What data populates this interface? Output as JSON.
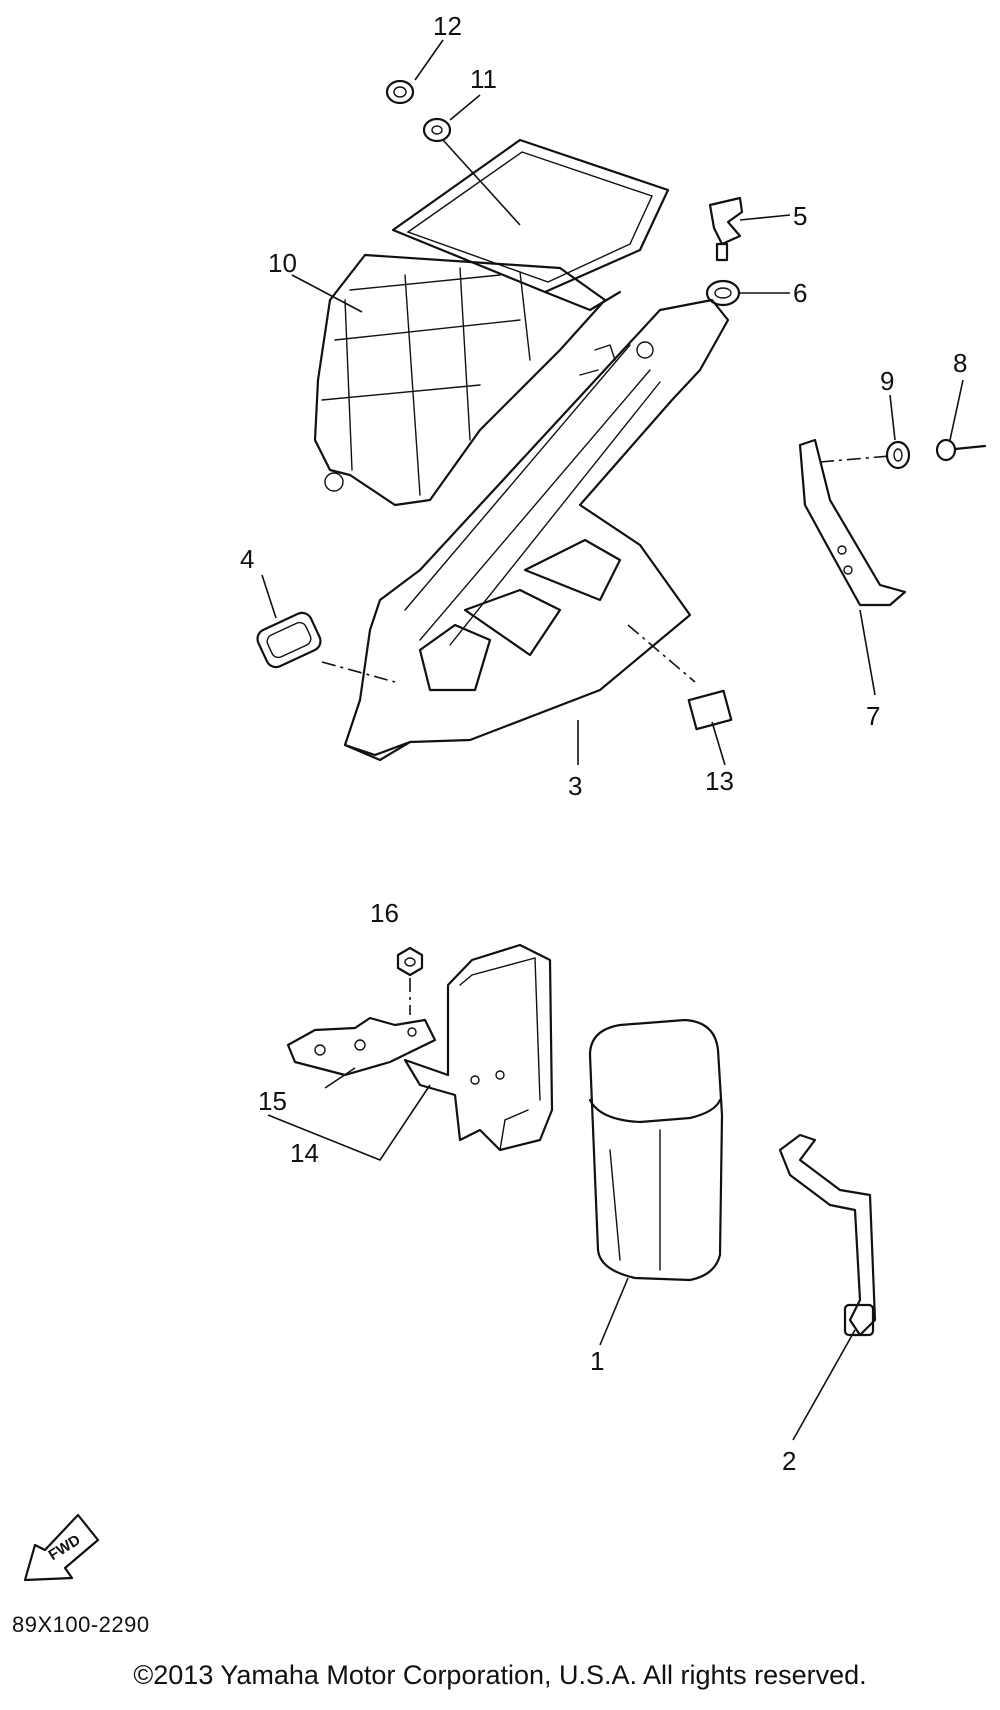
{
  "callouts": [
    "1",
    "2",
    "3",
    "4",
    "5",
    "6",
    "7",
    "8",
    "9",
    "10",
    "11",
    "12",
    "13",
    "14",
    "15",
    "16"
  ],
  "fwd_label": "FWD",
  "diagram_code": "89X100-2290",
  "copyright": "©2013 Yamaha Motor Corporation, U.S.A. All rights reserved."
}
